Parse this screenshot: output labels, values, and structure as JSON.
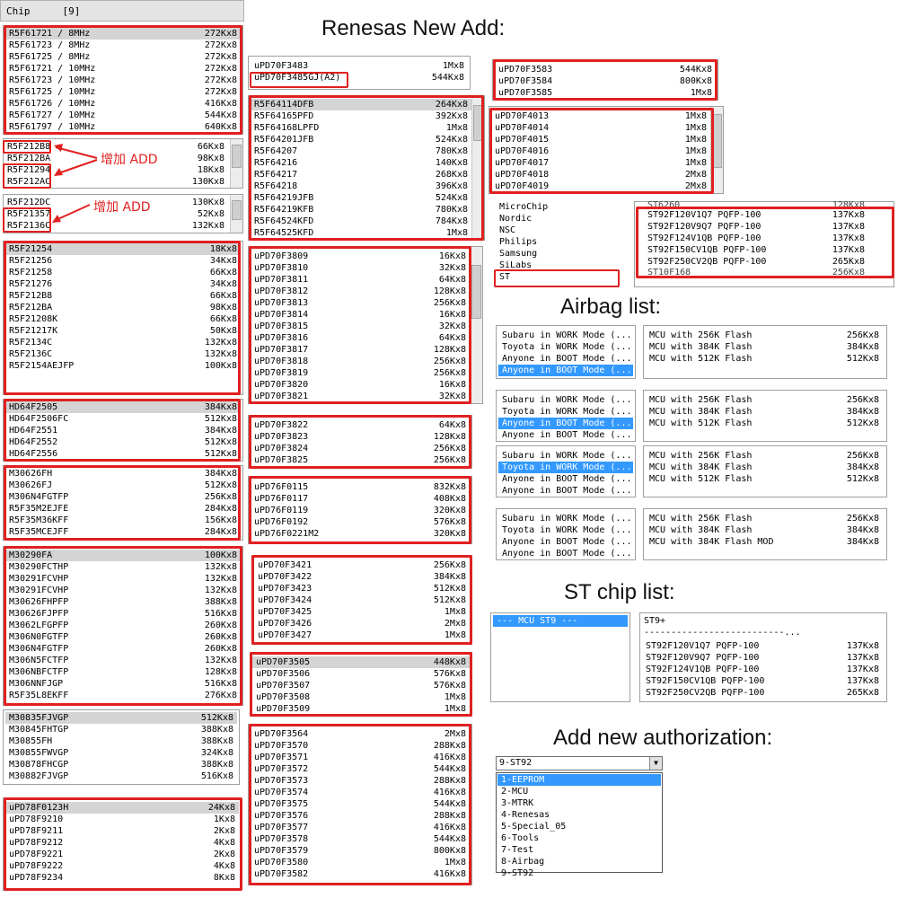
{
  "headings": {
    "renesas": "Renesas New Add:",
    "airbag": "Airbag list:",
    "st": "ST chip list:",
    "auth": "Add new authorization:"
  },
  "chip_header": {
    "label": "Chip",
    "count": "[9]"
  },
  "annotations": [
    "增加 ADD",
    "增加 ADD"
  ],
  "col1": {
    "r5f617": [
      [
        "R5F61721 / 8MHz",
        "272Kx8"
      ],
      [
        "R5F61723 / 8MHz",
        "272Kx8"
      ],
      [
        "R5F61725 / 8MHz",
        "272Kx8"
      ],
      [
        "R5F61721 / 10MHz",
        "272Kx8"
      ],
      [
        "R5F61723 / 10MHz",
        "272Kx8"
      ],
      [
        "R5F61725 / 10MHz",
        "272Kx8"
      ],
      [
        "R5F61726 / 10MHz",
        "416Kx8"
      ],
      [
        "R5F61727 / 10MHz",
        "544Kx8"
      ],
      [
        "R5F61797 / 10MHz",
        "640Kx8"
      ]
    ],
    "r5f212_a": [
      [
        "R5F212B8",
        "66Kx8"
      ],
      [
        "R5F212BA",
        "98Kx8"
      ],
      [
        "R5F21294",
        "18Kx8"
      ],
      [
        "R5F212AC",
        "130Kx8"
      ]
    ],
    "r5f212_b": [
      [
        "R5F212DC",
        "130Kx8"
      ],
      [
        "R5F21357",
        "52Kx8"
      ],
      [
        "R5F2136C",
        "132Kx8"
      ]
    ],
    "r5f212_c": [
      [
        "R5F21254",
        "18Kx8"
      ],
      [
        "R5F21256",
        "34Kx8"
      ],
      [
        "R5F21258",
        "66Kx8"
      ],
      [
        "R5F21276",
        "34Kx8"
      ],
      [
        "R5F212B8",
        "66Kx8"
      ],
      [
        "R5F212BA",
        "98Kx8"
      ],
      [
        "R5F21208K",
        "66Kx8"
      ],
      [
        "R5F21217K",
        "50Kx8"
      ],
      [
        "R5F2134C",
        "132Kx8"
      ],
      [
        "R5F2136C",
        "132Kx8"
      ],
      [
        "R5F2154AEJFP",
        "100Kx8"
      ]
    ],
    "hd64": [
      [
        "HD64F2505",
        "384Kx8"
      ],
      [
        "HD64F2506FC",
        "512Kx8"
      ],
      [
        "HD64F2551",
        "384Kx8"
      ],
      [
        "HD64F2552",
        "512Kx8"
      ],
      [
        "HD64F2556",
        "512Kx8"
      ]
    ],
    "m306": [
      [
        "M30626FH",
        "384Kx8"
      ],
      [
        "M30626FJ",
        "512Kx8"
      ],
      [
        "M306N4FGTFP",
        "256Kx8"
      ],
      [
        "R5F35M2EJFE",
        "284Kx8"
      ],
      [
        "R5F35M36KFF",
        "156Kx8"
      ],
      [
        "R5F35MCEJFF",
        "284Kx8"
      ]
    ],
    "m302": [
      [
        "M30290FA",
        "100Kx8"
      ],
      [
        "M30290FCTHP",
        "132Kx8"
      ],
      [
        "M30291FCVHP",
        "132Kx8"
      ],
      [
        "M30291FCVHP",
        "132Kx8"
      ],
      [
        "M30626FHPFP",
        "388Kx8"
      ],
      [
        "M30626FJPFP",
        "516Kx8"
      ],
      [
        "M3062LFGPFP",
        "260Kx8"
      ],
      [
        "M306N0FGTFP",
        "260Kx8"
      ],
      [
        "M306N4FGTFP",
        "260Kx8"
      ],
      [
        "M306N5FCTFP",
        "132Kx8"
      ],
      [
        "M306NBFCTFP",
        "128Kx8"
      ],
      [
        "M306NNFJGP",
        "516Kx8"
      ],
      [
        "R5F35L8EKFF",
        "276Kx8"
      ]
    ],
    "m308": [
      [
        "M30835FJVGP",
        "512Kx8"
      ],
      [
        "M30845FHTGP",
        "388Kx8"
      ],
      [
        "M30855FH",
        "388Kx8"
      ],
      [
        "M30855FWVGP",
        "324Kx8"
      ],
      [
        "M30878FHCGP",
        "388Kx8"
      ],
      [
        "M30882FJVGP",
        "516Kx8"
      ]
    ],
    "updf8": [
      [
        "uPD78F0123H",
        "24Kx8"
      ],
      [
        "uPD78F9210",
        "1Kx8"
      ],
      [
        "uPD78F9211",
        "2Kx8"
      ],
      [
        "uPD78F9212",
        "4Kx8"
      ],
      [
        "uPD78F9221",
        "2Kx8"
      ],
      [
        "uPD78F9222",
        "4Kx8"
      ],
      [
        "uPD78F9234",
        "8Kx8"
      ]
    ]
  },
  "col2": {
    "top": [
      [
        "uPD70F3483",
        "1Mx8"
      ],
      [
        "uPD70F3485GJ(A2)",
        "544Kx8"
      ]
    ],
    "r5f641": [
      [
        "R5F64114DFB",
        "264Kx8"
      ],
      [
        "R5F64165PFD",
        "392Kx8"
      ],
      [
        "R5F64168LPFD",
        "1Mx8"
      ],
      [
        "R5F64201JFB",
        "524Kx8"
      ],
      [
        "R5F64207",
        "780Kx8"
      ],
      [
        "R5F64216",
        "140Kx8"
      ],
      [
        "R5F64217",
        "268Kx8"
      ],
      [
        "R5F64218",
        "396Kx8"
      ],
      [
        "R5F64219JFB",
        "524Kx8"
      ],
      [
        "R5F64219KFB",
        "780Kx8"
      ],
      [
        "R5F64524KFD",
        "784Kx8"
      ],
      [
        "R5F64525KFD",
        "1Mx8"
      ]
    ],
    "upd38": [
      [
        "uPD70F3809",
        "16Kx8"
      ],
      [
        "uPD70F3810",
        "32Kx8"
      ],
      [
        "uPD70F3811",
        "64Kx8"
      ],
      [
        "uPD70F3812",
        "128Kx8"
      ],
      [
        "uPD70F3813",
        "256Kx8"
      ],
      [
        "uPD70F3814",
        "16Kx8"
      ],
      [
        "uPD70F3815",
        "32Kx8"
      ],
      [
        "uPD70F3816",
        "64Kx8"
      ],
      [
        "uPD70F3817",
        "128Kx8"
      ],
      [
        "uPD70F3818",
        "256Kx8"
      ],
      [
        "uPD70F3819",
        "256Kx8"
      ],
      [
        "uPD70F3820",
        "16Kx8"
      ],
      [
        "uPD70F3821",
        "32Kx8"
      ]
    ],
    "upd382": [
      [
        "uPD70F3822",
        "64Kx8"
      ],
      [
        "uPD70F3823",
        "128Kx8"
      ],
      [
        "uPD70F3824",
        "256Kx8"
      ],
      [
        "uPD70F3825",
        "256Kx8"
      ]
    ],
    "upd76": [
      [
        "uPD76F0115",
        "832Kx8"
      ],
      [
        "uPD76F0117",
        "408Kx8"
      ],
      [
        "uPD76F0119",
        "320Kx8"
      ],
      [
        "uPD76F0192",
        "576Kx8"
      ],
      [
        "uPD76F0221M2",
        "320Kx8"
      ]
    ],
    "upd342": [
      [
        "uPD70F3421",
        "256Kx8"
      ],
      [
        "uPD70F3422",
        "384Kx8"
      ],
      [
        "uPD70F3423",
        "512Kx8"
      ],
      [
        "uPD70F3424",
        "512Kx8"
      ],
      [
        "uPD70F3425",
        "1Mx8"
      ],
      [
        "uPD70F3426",
        "2Mx8"
      ],
      [
        "uPD70F3427",
        "1Mx8"
      ]
    ],
    "upd350": [
      [
        "uPD70F3505",
        "448Kx8"
      ],
      [
        "uPD70F3506",
        "576Kx8"
      ],
      [
        "uPD70F3507",
        "576Kx8"
      ],
      [
        "uPD70F3508",
        "1Mx8"
      ],
      [
        "uPD70F3509",
        "1Mx8"
      ]
    ],
    "upd356": [
      [
        "uPD70F3564",
        "2Mx8"
      ],
      [
        "uPD70F3570",
        "288Kx8"
      ],
      [
        "uPD70F3571",
        "416Kx8"
      ],
      [
        "uPD70F3572",
        "544Kx8"
      ],
      [
        "uPD70F3573",
        "288Kx8"
      ],
      [
        "uPD70F3574",
        "416Kx8"
      ],
      [
        "uPD70F3575",
        "544Kx8"
      ],
      [
        "uPD70F3576",
        "288Kx8"
      ],
      [
        "uPD70F3577",
        "416Kx8"
      ],
      [
        "uPD70F3578",
        "544Kx8"
      ],
      [
        "uPD70F3579",
        "800Kx8"
      ],
      [
        "uPD70F3580",
        "1Mx8"
      ],
      [
        "uPD70F3582",
        "416Kx8"
      ]
    ]
  },
  "col3": {
    "upd358": [
      [
        "uPD70F3583",
        "544Kx8"
      ],
      [
        "uPD70F3584",
        "800Kx8"
      ],
      [
        "uPD70F3585",
        "1Mx8"
      ]
    ],
    "upd40": [
      [
        "uPD70F4013",
        "1Mx8"
      ],
      [
        "uPD70F4014",
        "1Mx8"
      ],
      [
        "uPD70F4015",
        "1Mx8"
      ],
      [
        "uPD70F4016",
        "1Mx8"
      ],
      [
        "uPD70F4017",
        "1Mx8"
      ],
      [
        "uPD70F4018",
        "2Mx8"
      ],
      [
        "uPD70F4019",
        "2Mx8"
      ]
    ],
    "vendors": [
      "MicroChip",
      "Nordic",
      "NSC",
      "Philips",
      "Samsung",
      "SiLabs",
      "ST"
    ],
    "st92_top": [
      "ST6260",
      "128Kx8"
    ],
    "st92": [
      [
        "ST92F120V1Q7 PQFP-100",
        "137Kx8"
      ],
      [
        "ST92F120V9Q7 PQFP-100",
        "137Kx8"
      ],
      [
        "ST92F124V1QB PQFP-100",
        "137Kx8"
      ],
      [
        "ST92F150CV1QB PQFP-100",
        "137Kx8"
      ],
      [
        "ST92F250CV2QB PQFP-100",
        "265Kx8"
      ]
    ],
    "st92_bottom": [
      "ST10F168",
      "256Kx8"
    ]
  },
  "airbag": {
    "modes": [
      [
        "Subaru in WORK Mode (...",
        "Toyota in WORK Mode (...",
        "Anyone in BOOT Mode (...",
        "Anyone in BOOT Mode (..."
      ],
      [
        "Subaru in WORK Mode (...",
        "Toyota in WORK Mode (...",
        "Anyone in BOOT Mode (...",
        "Anyone in BOOT Mode (..."
      ],
      [
        "Subaru in WORK Mode (...",
        "Toyota in WORK Mode (...",
        "Anyone in BOOT Mode (...",
        "Anyone in BOOT Mode (..."
      ],
      [
        "Subaru in WORK Mode (...",
        "Toyota in WORK Mode (...",
        "Anyone in BOOT Mode (...",
        "Anyone in BOOT Mode (..."
      ]
    ],
    "selected": [
      3,
      2,
      1,
      -1
    ],
    "mcus": [
      [
        [
          "MCU with 256K Flash",
          "256Kx8"
        ],
        [
          "MCU with 384K Flash",
          "384Kx8"
        ],
        [
          "MCU with 512K Flash",
          "512Kx8"
        ]
      ],
      [
        [
          "MCU with 256K Flash",
          "256Kx8"
        ],
        [
          "MCU with 384K Flash",
          "384Kx8"
        ],
        [
          "MCU with 512K Flash",
          "512Kx8"
        ]
      ],
      [
        [
          "MCU with 256K Flash",
          "256Kx8"
        ],
        [
          "MCU with 384K Flash",
          "384Kx8"
        ],
        [
          "MCU with 512K Flash",
          "512Kx8"
        ]
      ],
      [
        [
          "MCU with 256K Flash",
          "256Kx8"
        ],
        [
          "MCU with 384K Flash",
          "384Kx8"
        ],
        [
          "MCU with 384K Flash MOD",
          "384Kx8"
        ]
      ]
    ]
  },
  "st_list": {
    "group": "--- MCU ST9 ---",
    "header": "ST9+",
    "separator": "--------------------------...",
    "items": [
      [
        "ST92F120V1Q7 PQFP-100",
        "137Kx8"
      ],
      [
        "ST92F120V9Q7 PQFP-100",
        "137Kx8"
      ],
      [
        "ST92F124V1QB PQFP-100",
        "137Kx8"
      ],
      [
        "ST92F150CV1QB PQFP-100",
        "137Kx8"
      ],
      [
        "ST92F250CV2QB PQFP-100",
        "265Kx8"
      ]
    ]
  },
  "auth": {
    "selected": "9-ST92",
    "options": [
      "1-EEPROM",
      "2-MCU",
      "3-MTRK",
      "4-Renesas",
      "5-Special_05",
      "6-Tools",
      "7-Test",
      "8-Airbag",
      "9-ST92"
    ],
    "highlight": 0
  }
}
